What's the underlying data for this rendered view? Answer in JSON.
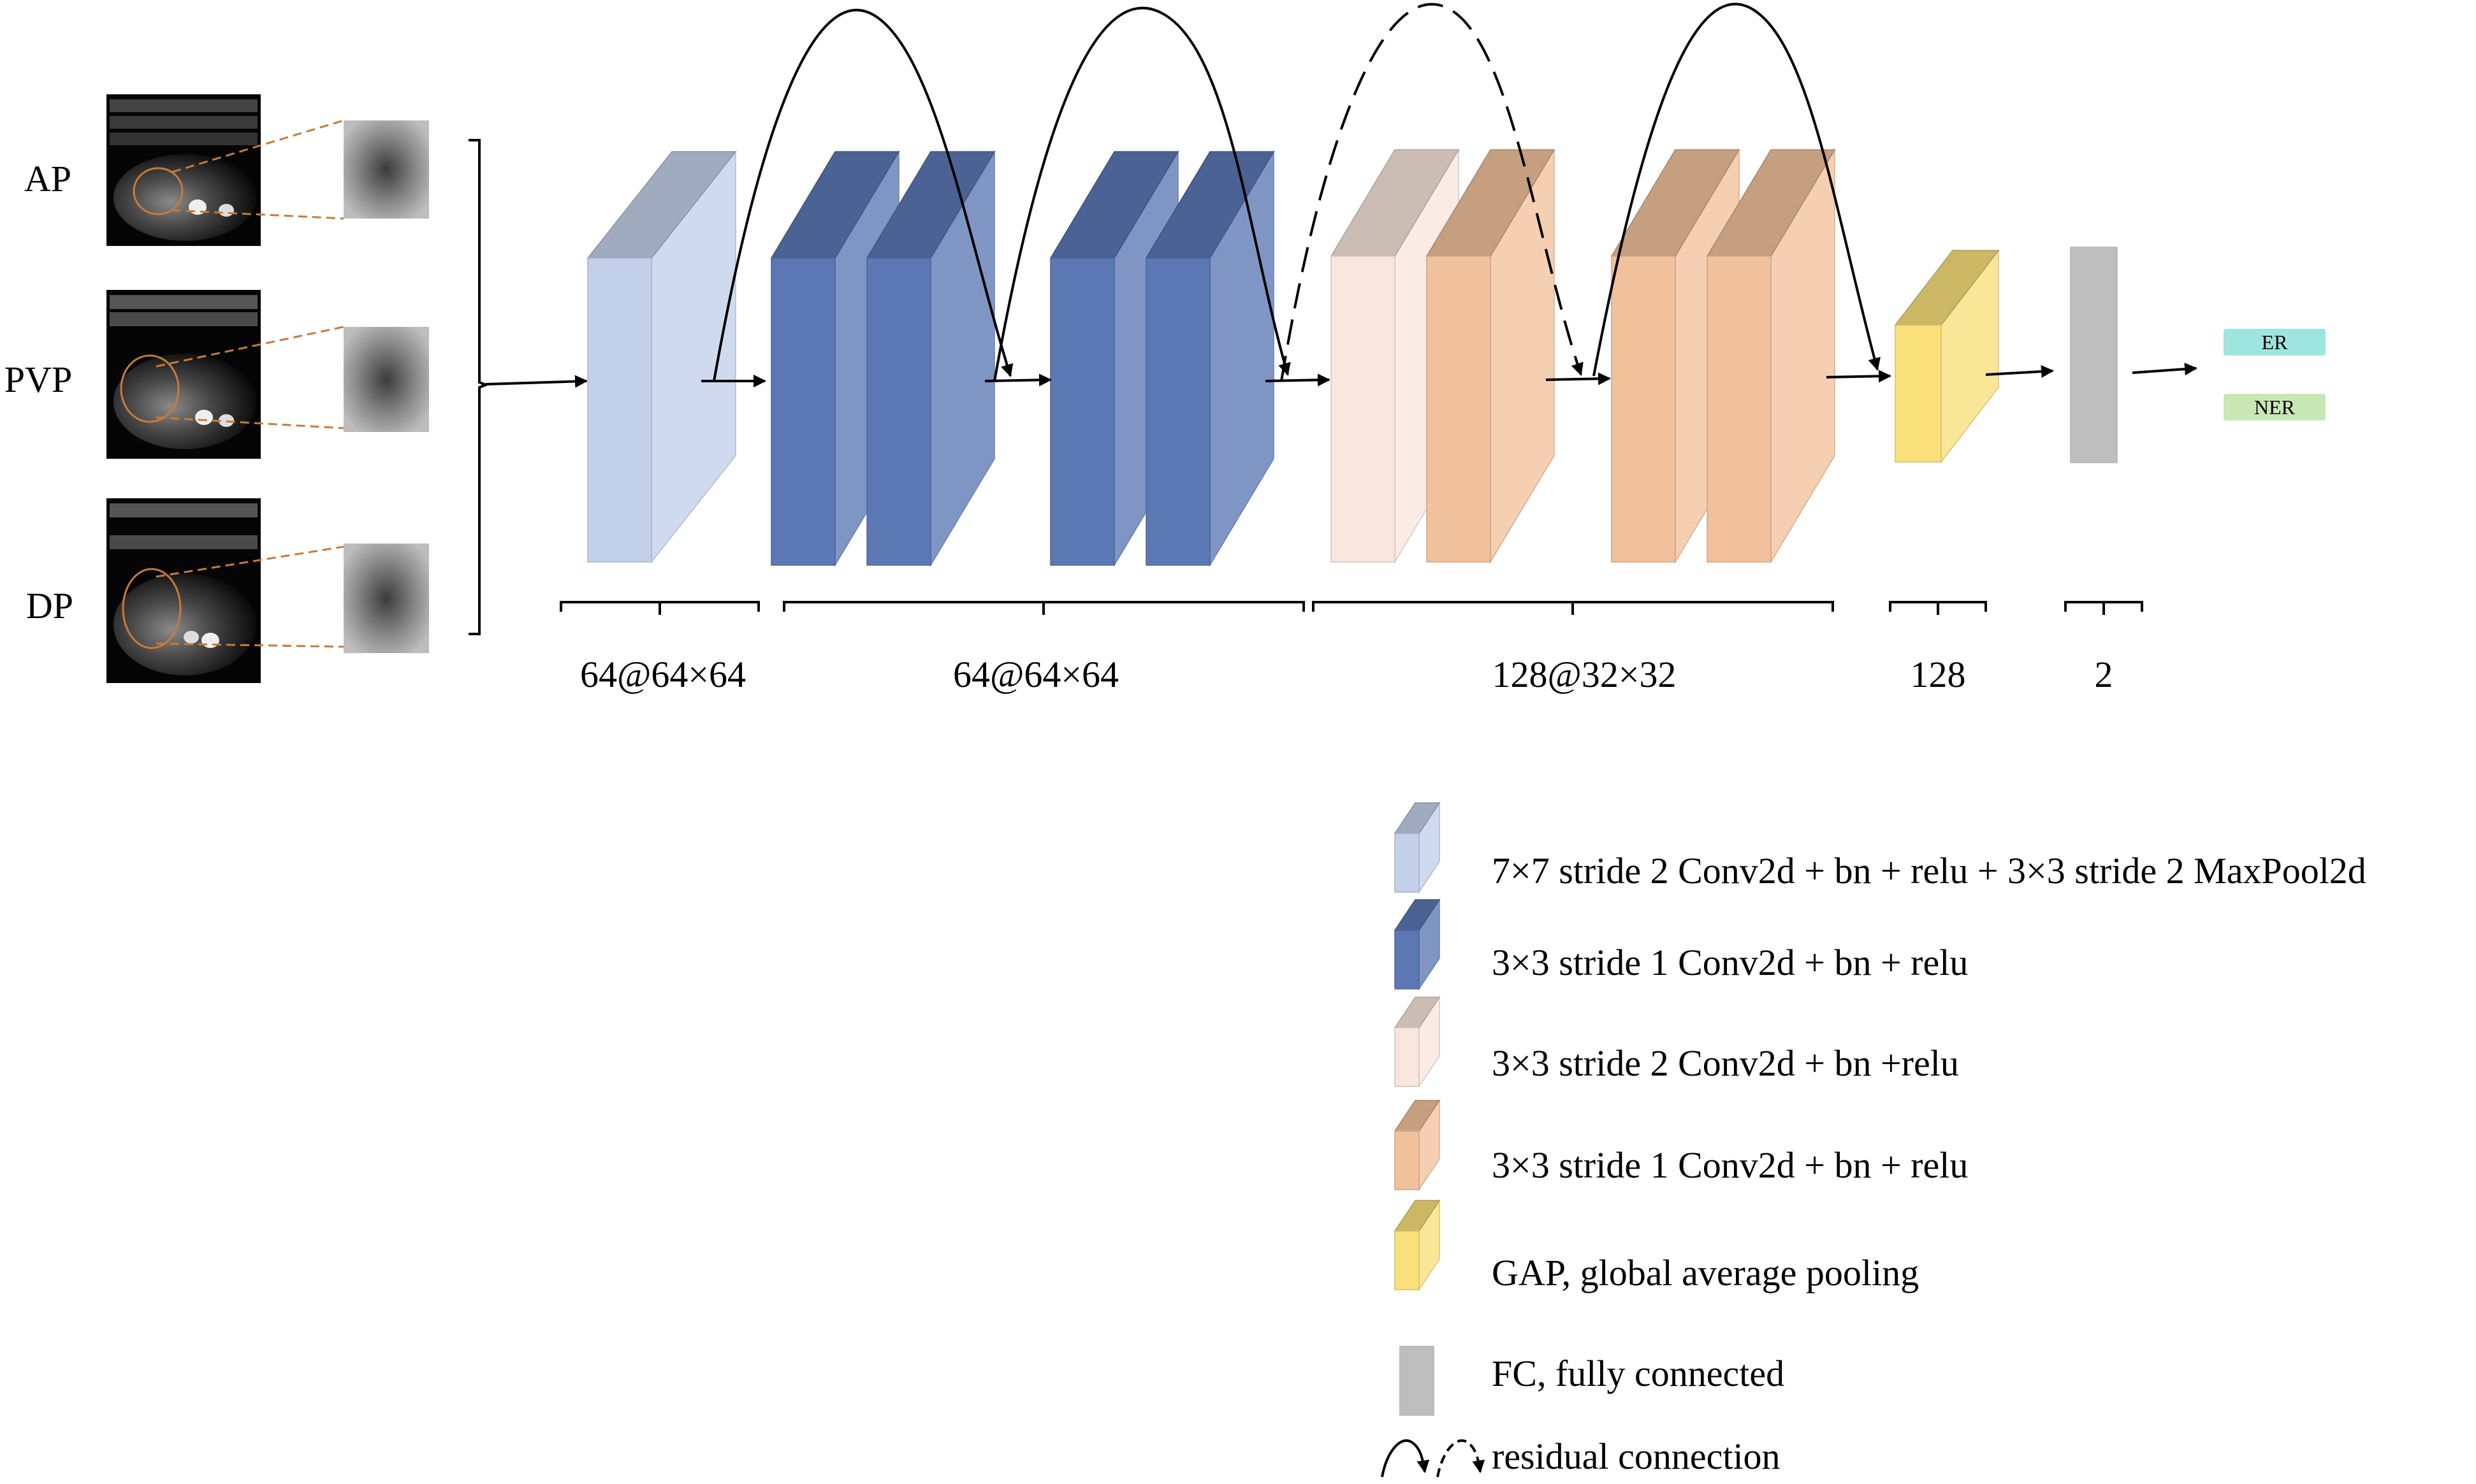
{
  "phases": [
    {
      "label": "AP"
    },
    {
      "label": "PVP"
    },
    {
      "label": "DP"
    }
  ],
  "stage_labels": {
    "conv1": "64@64×64",
    "layer1": "64@64×64",
    "layer2": "128@32×32",
    "gap": "128",
    "fc": "2"
  },
  "outputs": {
    "er": "ER",
    "ner": "NER"
  },
  "legend": [
    {
      "color": "#c3d0ea",
      "text": "7×7 stride 2 Conv2d + bn + relu + 3×3 stride 2 MaxPool2d"
    },
    {
      "color": "#5b78b4",
      "text": "3×3 stride 1 Conv2d + bn + relu"
    },
    {
      "color": "#f8e6dc",
      "text": "3×3 stride 2 Conv2d + bn +relu"
    },
    {
      "color": "#f1c19c",
      "text": "3×3 stride 1 Conv2d + bn + relu"
    },
    {
      "color": "#f9df7a",
      "text": "GAP, global average pooling"
    },
    {
      "color": "#bdbdbd",
      "text": "FC, fully connected"
    },
    {
      "color": "",
      "text": "residual connection"
    }
  ],
  "colors": {
    "conv1": "#c3d0ea",
    "blue": "#5b78b4",
    "peach_light": "#f8e6dc",
    "peach": "#f1c19c",
    "gap": "#f9df7a",
    "fc": "#bdbdbd",
    "er_box": "#9ee5df",
    "ner_box": "#c9e7b4",
    "roi": "#c87a3a"
  }
}
